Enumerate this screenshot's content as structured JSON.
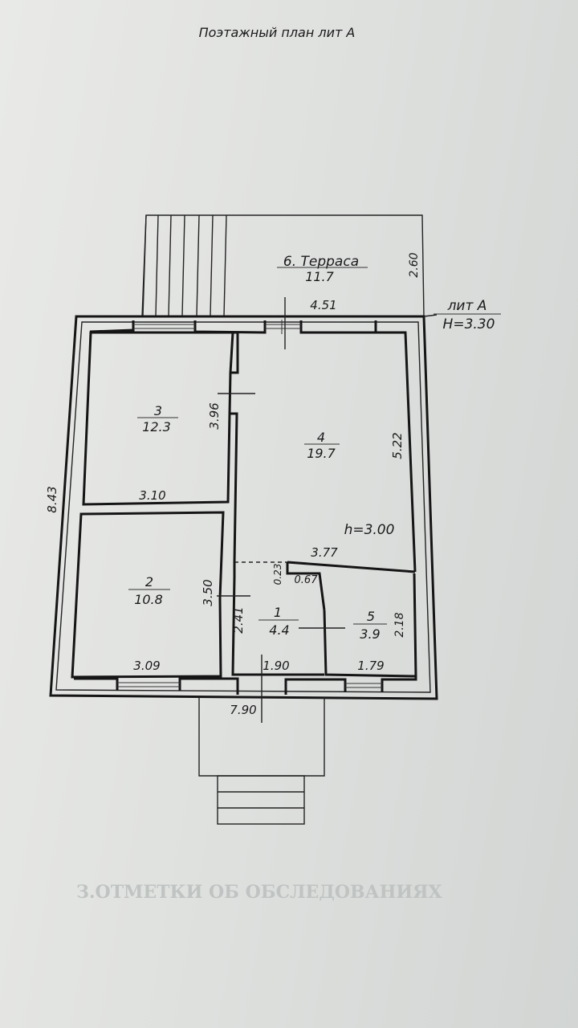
{
  "title": "Поэтажный план лит А",
  "liter": {
    "name": "лит А",
    "height": "H=3.30"
  },
  "inner_height": "h=3.00",
  "rooms": [
    {
      "id": "1",
      "area": "4.4"
    },
    {
      "id": "2",
      "area": "10.8"
    },
    {
      "id": "3",
      "area": "12.3"
    },
    {
      "id": "4",
      "area": "19.7"
    },
    {
      "id": "5",
      "area": "3.9"
    },
    {
      "id": "6. Терраса",
      "area": "11.7"
    }
  ],
  "dimensions": {
    "terrace_depth": "2.60",
    "width_4": "4.51",
    "height_4": "5.22",
    "height_3": "3.96",
    "width_3": "3.10",
    "overall_height": "8.43",
    "width_4_bottom": "3.77",
    "small_a": "0.23",
    "small_b": "0.67",
    "height_2": "3.50",
    "height_1": "2.41",
    "height_5": "2.18",
    "width_2": "3.09",
    "width_1": "1.90",
    "width_5": "1.79",
    "overall_width": "7.90"
  },
  "background_text": "З.ОТМЕТКИ ОБ ОБСЛЕДОВАНИЯХ",
  "colors": {
    "ink": "#151515",
    "paper": "#e4e6e4"
  }
}
